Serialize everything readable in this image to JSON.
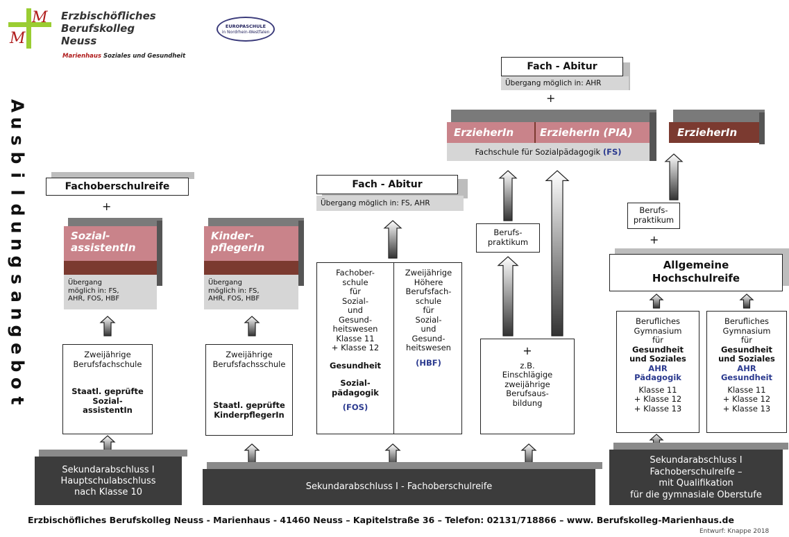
{
  "header": {
    "logo_letters": "M M",
    "school_name_line1": "Erzbischöfliches Berufskolleg",
    "school_name_line2": "Neuss",
    "subtitle_highlight": "Marienhaus",
    "subtitle_rest": " Soziales und Gesundheit",
    "badge_line1": "EUROPASCHULE",
    "badge_line2": "in Nordrhein-Westfalen"
  },
  "side_title": "Ausbildungsangebot",
  "col1": {
    "title": "Fachoberschulreife",
    "plus": "+",
    "cube_label_line1": "Sozial-",
    "cube_label_line2": "assistentIn",
    "transfer": "Übergang\nmöglich in: FS,\nAHR, FOS, HBF",
    "school_line1": "Zweijährige",
    "school_line2": "Berufsfachschule",
    "qual_line1": "Staatl. geprüfte",
    "qual_line2": "Sozial-",
    "qual_line3": "assistentIn",
    "base_line1": "Sekundarabschluss I",
    "base_line2": "Hauptschulabschluss",
    "base_line3": "nach Klasse 10"
  },
  "col2": {
    "cube_label_line1": "Kinder-",
    "cube_label_line2": "pflegerIn",
    "transfer": "Übergang\nmöglich in: FS,\nAHR, FOS, HBF",
    "school_line1": "Zweijährige",
    "school_line2": "Berufsfachsschule",
    "qual_line1": "Staatl. geprüfte",
    "qual_line2": "KinderpflegerIn"
  },
  "shared_base": "Sekundarabschluss I - Fachoberschulreife",
  "col3": {
    "title": "Fach - Abitur",
    "transfer": "Übergang möglich in: FS, AHR",
    "fos_text": "Fachober-\nschule\nfür\nSozial-\nund\nGesund-\nheitswesen\nKlasse 11\n+ Klasse 12",
    "fos_bold1": "Gesundheit",
    "fos_bold2": "Sozial-\npädagogik",
    "fos_abbr": "(FOS)",
    "hbf_text": "Zweijährige\nHöhere\nBerufsfach-\nschule\nfür\nSozial-\nund\nGesund-\nheitswesen",
    "hbf_abbr": "(HBF)"
  },
  "col4": {
    "praktikum": "Berufs-\npraktikum",
    "plus": "+",
    "text": "z.B.\nEinschlägige\nzweijährige\nBerufsaus-\nbildung"
  },
  "top": {
    "title": "Fach - Abitur",
    "transfer": "Übergang möglich in: AHR",
    "plus": "+",
    "erzieher1": "ErzieherIn",
    "erzieher2": "ErzieherIn (PIA)",
    "erzieher3": "ErzieherIn",
    "fs_text": "Fachschule für Sozialpädagogik",
    "fs_abbr": "(FS)"
  },
  "col5": {
    "praktikum": "Berufs-\npraktikum",
    "plus": "+",
    "title": "Allgemeine\nHochschulreife",
    "gym1_text": "Berufliches\nGymnasium\nfür",
    "gym1_bold": "Gesundheit\nund Soziales",
    "gym1_ahr": "AHR\nPädagogik",
    "gym1_classes": "Klasse 11\n+ Klasse 12\n+ Klasse 13",
    "gym2_text": "Berufliches\nGymnasium\nfür",
    "gym2_bold": "Gesundheit\nund Soziales",
    "gym2_ahr": "AHR\nGesundheit",
    "gym2_classes": "Klasse 11\n+ Klasse 12\n+ Klasse 13",
    "base": "Sekundarabschluss I\nFachoberschulreife –\nmit Qualifikation\nfür die gymnasiale Oberstufe"
  },
  "footer": "Erzbischöfliches Berufskolleg Neuss - Marienhaus - 41460 Neuss – Kapitelstraße 36 – Telefon: 02131/718866 – www. Berufskolleg-Marienhaus.de",
  "credit": "Entwurf: Knappe 2018",
  "colors": {
    "dark": "#3c3c3c",
    "red": "#c9838a",
    "brown": "#7b3a30",
    "blue": "#2b3a8f"
  }
}
